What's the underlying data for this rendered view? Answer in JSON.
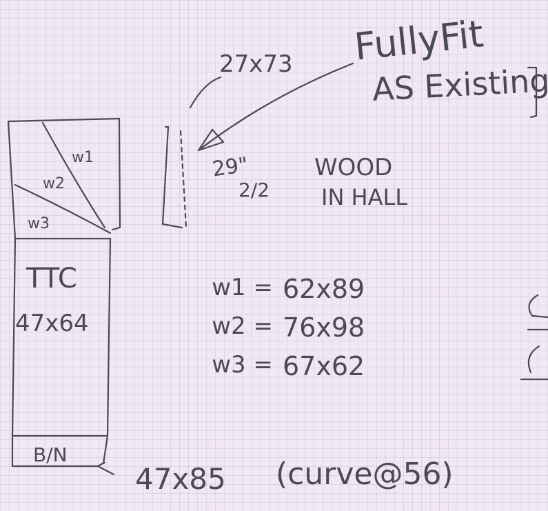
{
  "notes": {
    "title": "FullyFit",
    "subtitle": "AS Existing",
    "door_size": "27x73",
    "height_inches": "29\"",
    "fraction": "2/2",
    "wood_line1": "WOOD",
    "wood_line2": "IN HALL",
    "w1_label": "w1",
    "w2_label": "w2",
    "w3_label": "w3",
    "ttc": "TTC",
    "ttc_size": "47x64",
    "bn": "B/N",
    "bottom_size": "47x85",
    "curve_note": "(curve@56)"
  },
  "measurements": [
    {
      "label": "w1 =",
      "value": "62x89"
    },
    {
      "label": "w2 =",
      "value": "76x98"
    },
    {
      "label": "w3 =",
      "value": "67x62"
    }
  ],
  "colors": {
    "ink": "#4a4a52",
    "paper": "#f1e8f4",
    "grid": "#a8a8cc"
  }
}
